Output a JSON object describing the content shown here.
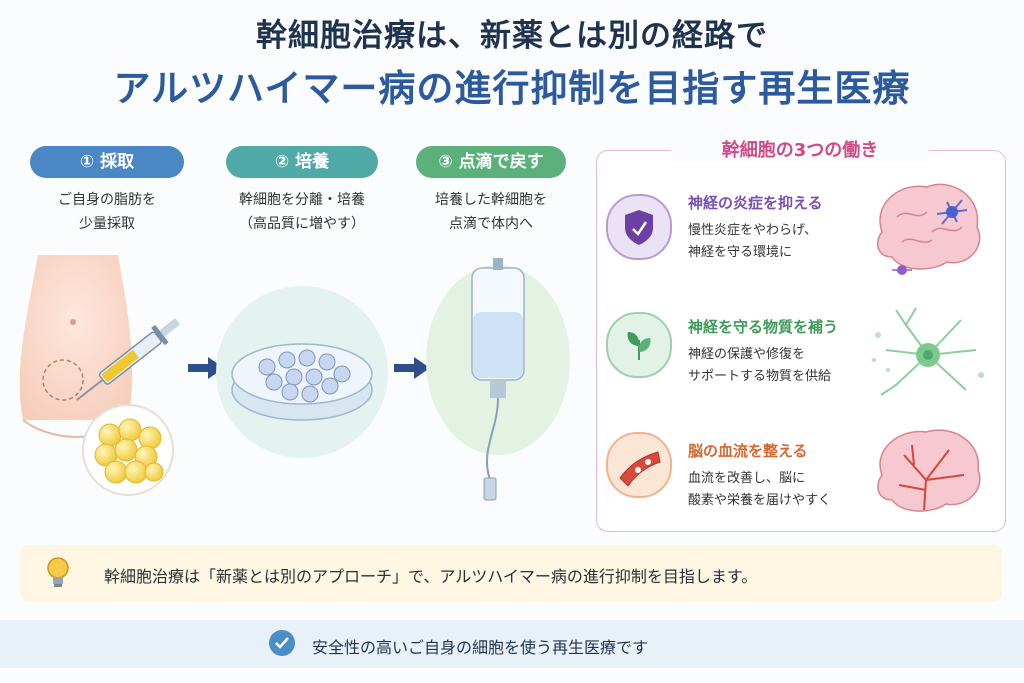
{
  "header": {
    "line1": "幹細胞治療は、新薬とは別の経路で",
    "line2": "アルツハイマー病の進行抑制を目指す再生医療"
  },
  "steps": [
    {
      "label": "① 採取",
      "desc1": "ご自身の脂肪を",
      "desc2": "少量採取",
      "color": "#4a87c5"
    },
    {
      "label": "② 培養",
      "desc1": "幹細胞を分離・培養",
      "desc2": "（高品質に増やす）",
      "color": "#4fa9a6"
    },
    {
      "label": "③ 点滴で戻す",
      "desc1": "培養した幹細胞を",
      "desc2": "点滴で体内へ",
      "color": "#5cb07a"
    }
  ],
  "panel": {
    "title": "幹細胞の3つの働き",
    "items": [
      {
        "title": "神経の炎症を抑える",
        "desc1": "慢性炎症をやわらげ、",
        "desc2": "神経を守る環境に",
        "color": "#7b4fb3",
        "icon": "shield-icon"
      },
      {
        "title": "神経を守る物質を補う",
        "desc1": "神経の保護や修復を",
        "desc2": "サポートする物質を供給",
        "color": "#3f9a5c",
        "icon": "leaf-icon"
      },
      {
        "title": "脳の血流を整える",
        "desc1": "血流を改善し、脳に",
        "desc2": "酸素や栄養を届けやすく",
        "color": "#d7672e",
        "icon": "blood-vessel-icon"
      }
    ]
  },
  "summary": {
    "text": "幹細胞治療は「新薬とは別のアプローチ」で、アルツハイマー病の進行抑制を目指します。",
    "icon": "lightbulb-icon"
  },
  "footer": {
    "text": "安全性の高いご自身の細胞を使う再生医療です",
    "icon": "check-circle-icon"
  }
}
